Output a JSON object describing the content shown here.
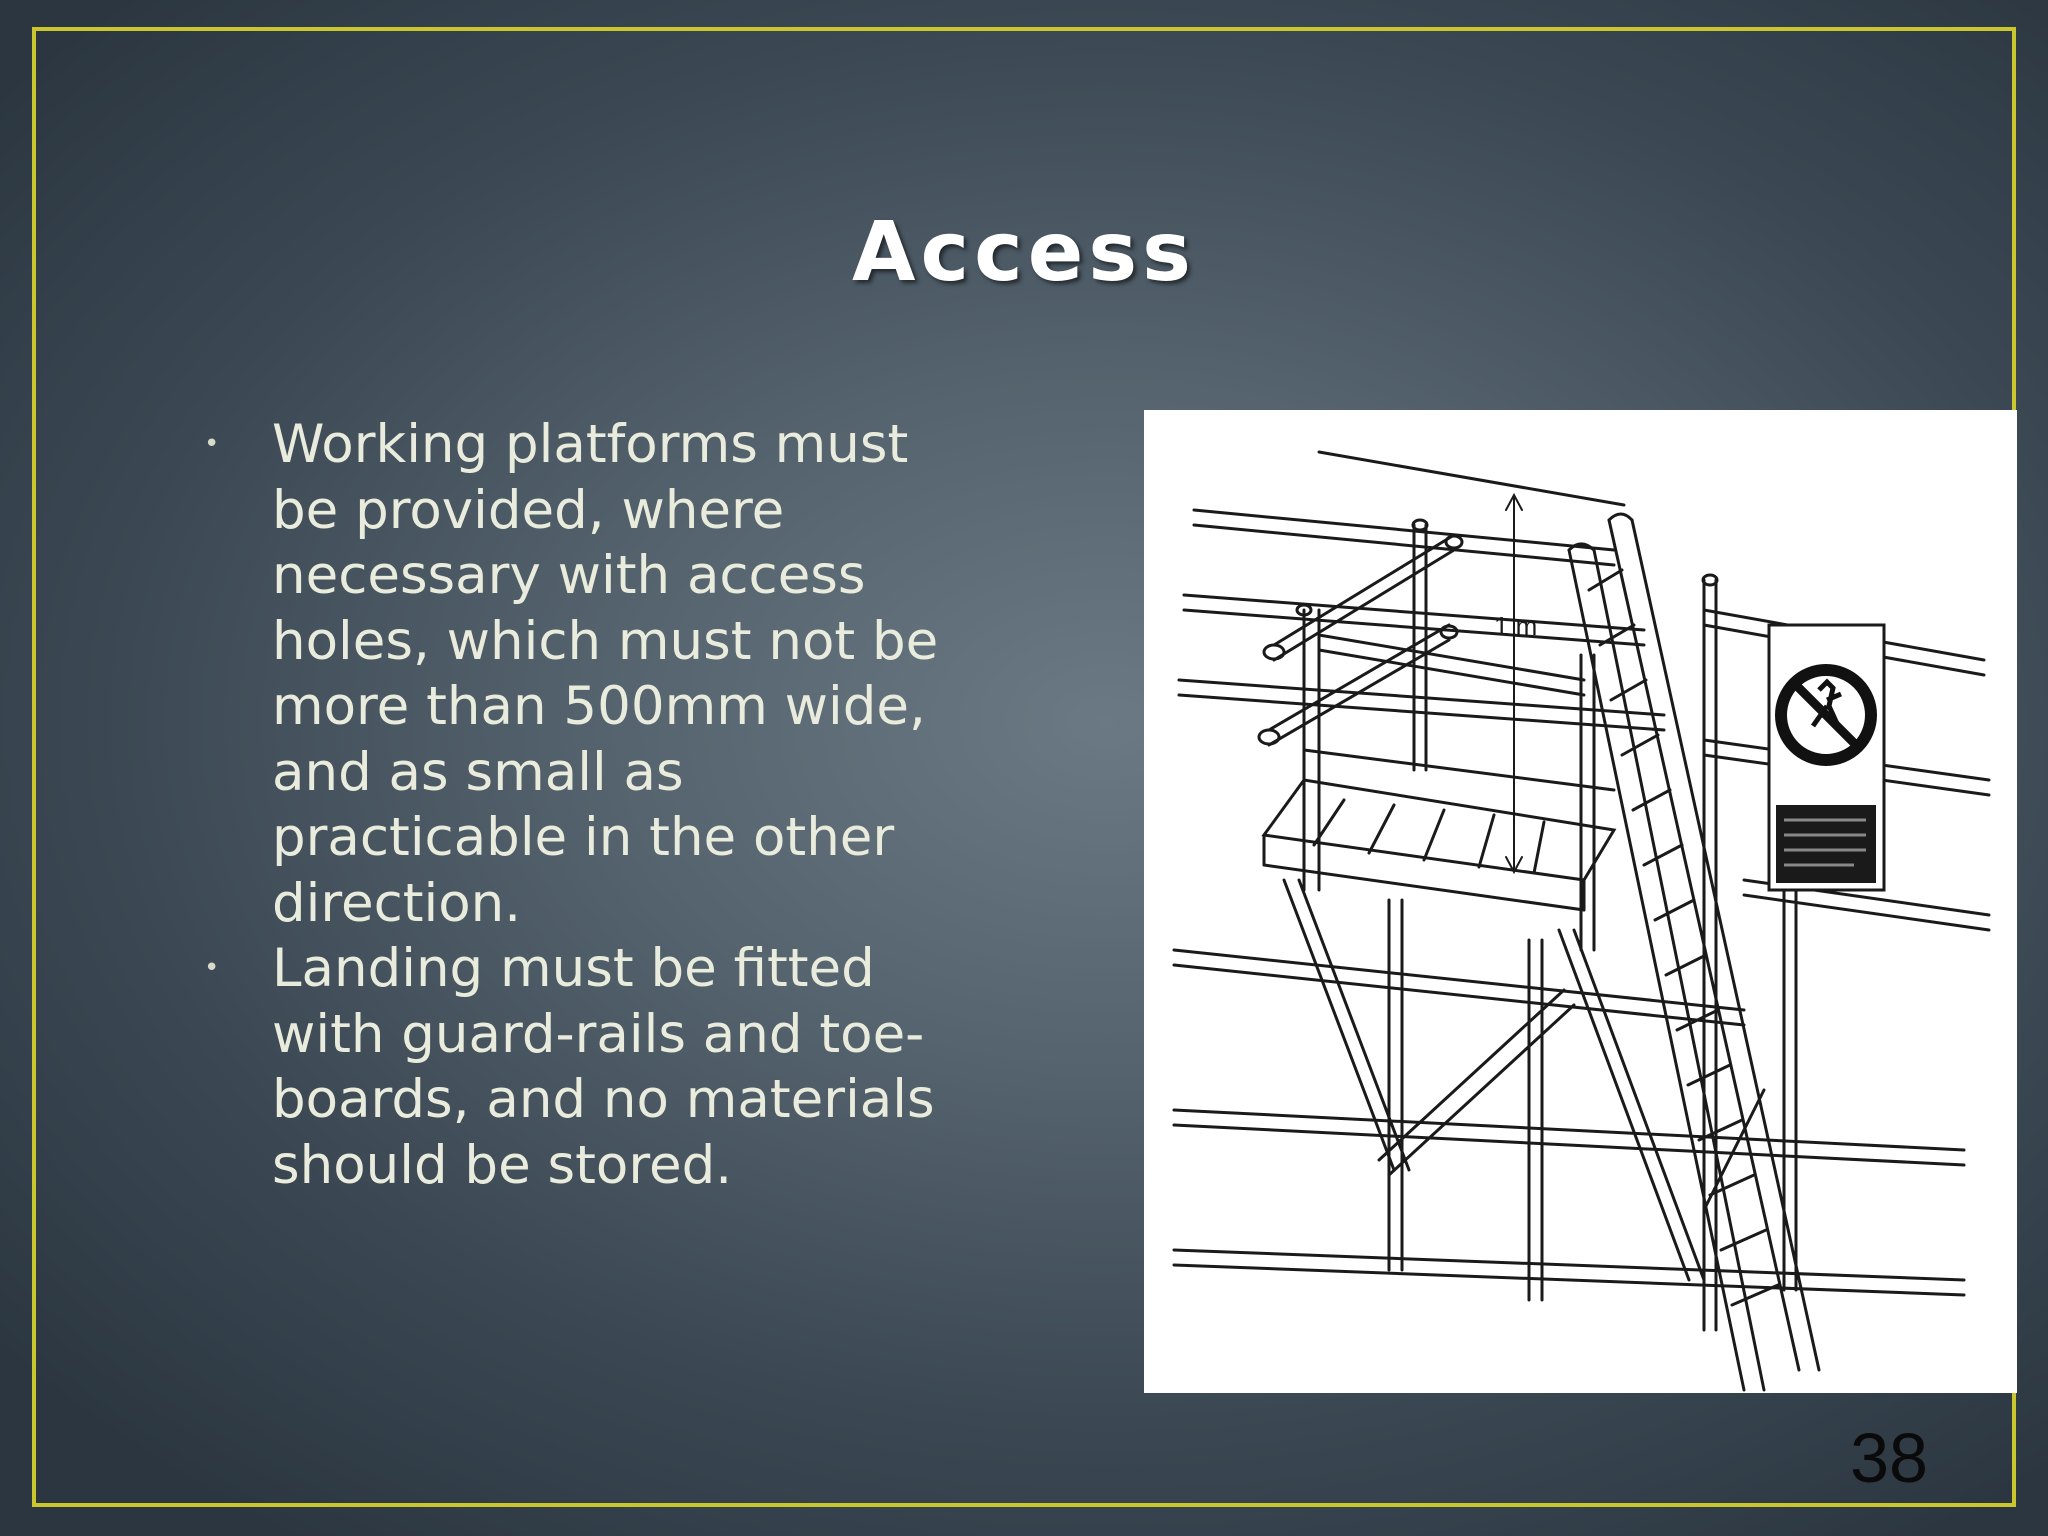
{
  "slide": {
    "title": "Access",
    "bullets": [
      "Working platforms must be provided, where necessary with access holes, which  must not be more than 500mm wide, and as small as practicable in the other direction.",
      "Landing must be fitted with guard-rails and toe-boards, and no materials should be stored."
    ],
    "figure": {
      "dimension_label": "1 m",
      "sign_icon": "no-climbing-prohibition-icon"
    },
    "page_number": "38"
  },
  "colors": {
    "frame": "#c9c62e",
    "title": "#ffffff",
    "body_text": "#e9ecdc"
  }
}
